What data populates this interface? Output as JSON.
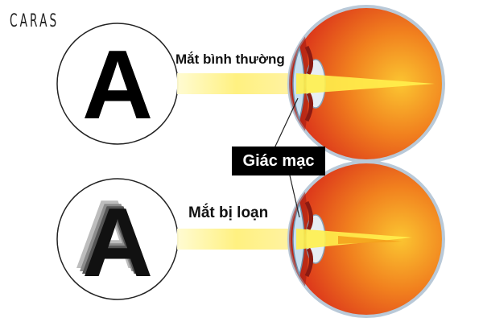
{
  "brand": {
    "logo_text": "CARAS"
  },
  "labels": {
    "normal_eye": "Mắt bình thường",
    "astigmatism_eye": "Mắt bị loạn",
    "cornea": "Giác mạc"
  },
  "letters": {
    "chart_letter": "A"
  },
  "colors": {
    "light_beam": "#fff38a",
    "eyeball_outer": "#e8541c",
    "eyeball_inner": "#f7b02a",
    "cornea_fill": "#c8dff0",
    "badge_background": "#000000"
  },
  "icons": [
    "letter-a-sharp",
    "letter-a-blurred",
    "eyeball-normal",
    "eyeball-astigmatism"
  ]
}
